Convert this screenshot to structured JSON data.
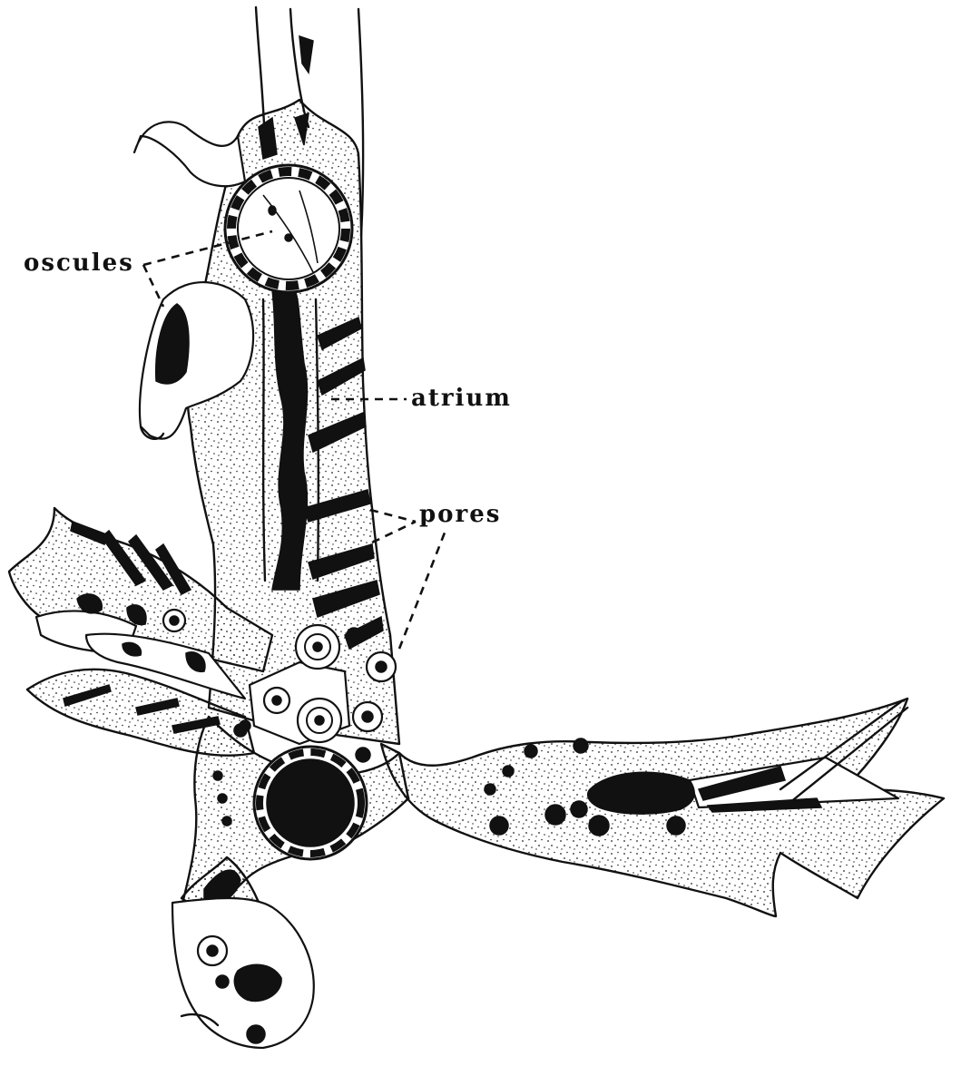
{
  "labels": {
    "oscules": "oscules",
    "atrium": "atrium",
    "pores": "pores"
  },
  "colors": {
    "ink": "#111111",
    "paper": "#ffffff"
  }
}
